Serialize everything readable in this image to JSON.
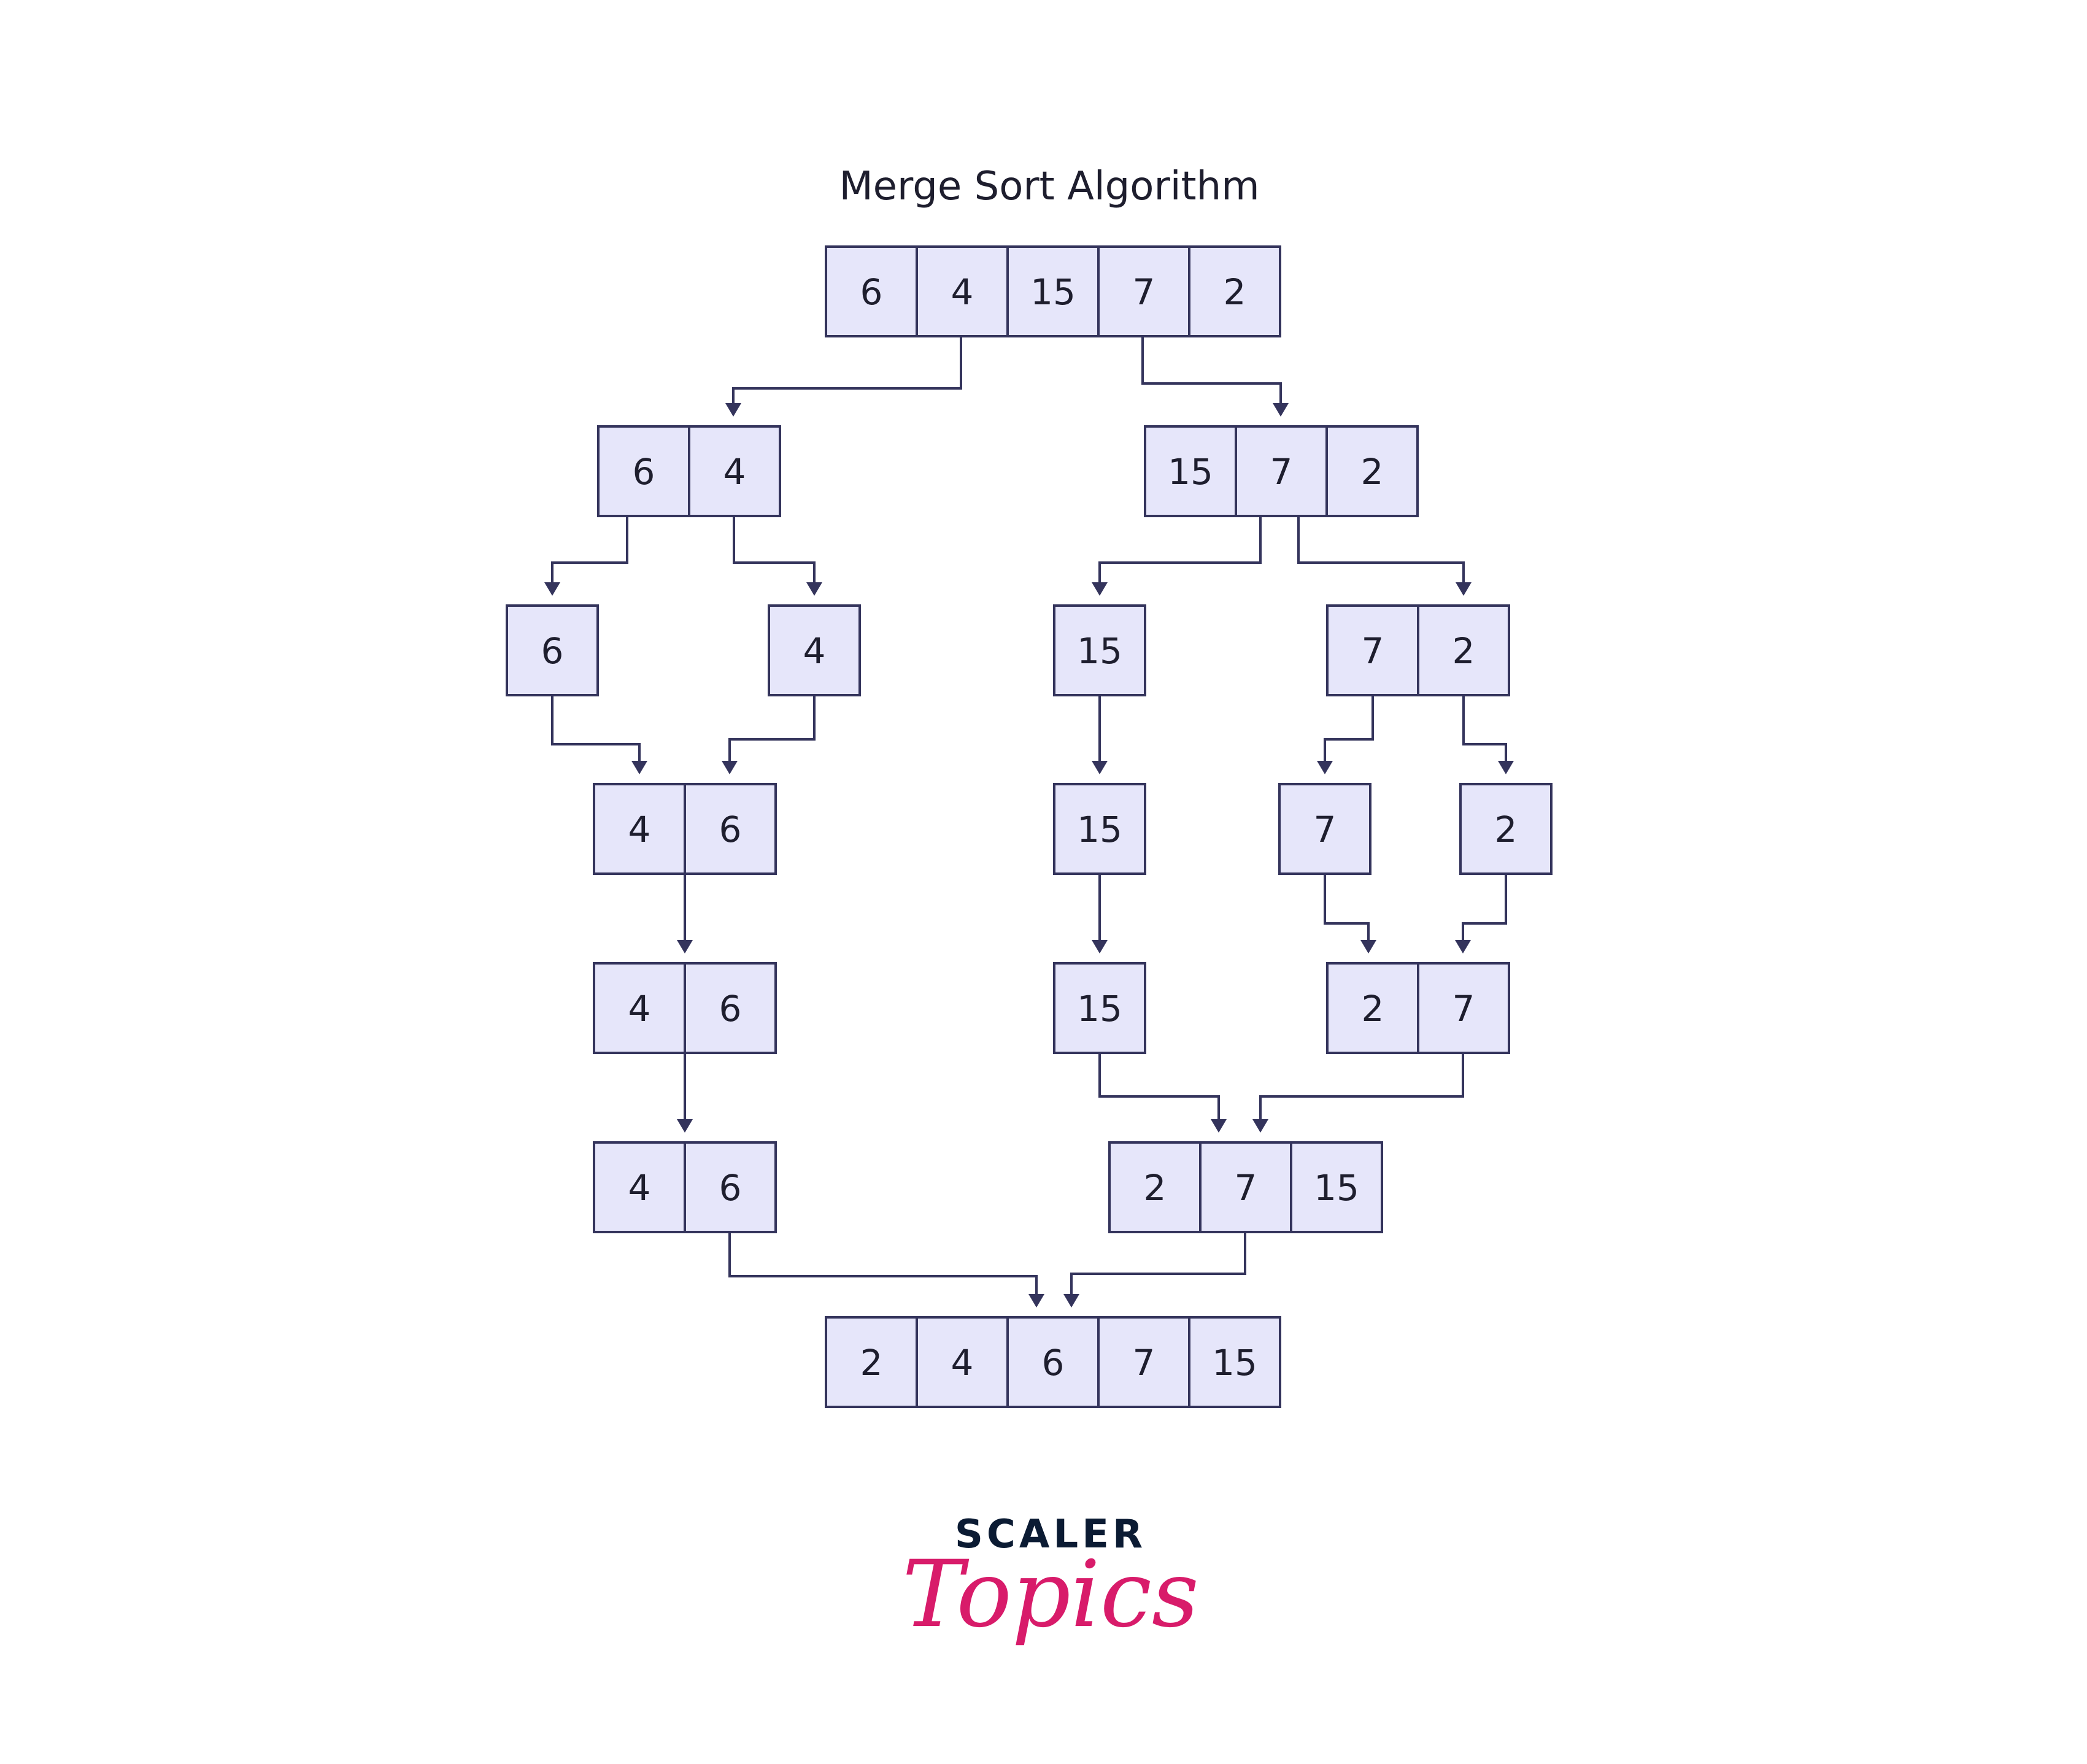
{
  "title": "Merge Sort Algorithm",
  "colors": {
    "cell_fill": "#e6e6fa",
    "stroke": "#34345c",
    "text": "#1e1e2e",
    "logo_dark": "#0b1b33",
    "logo_pink": "#d81b6a"
  },
  "arrays": [
    {
      "id": "input",
      "values": [
        "6",
        "4",
        "15",
        "7",
        "2"
      ]
    },
    {
      "id": "left-half",
      "values": [
        "6",
        "4"
      ]
    },
    {
      "id": "right-half",
      "values": [
        "15",
        "7",
        "2"
      ]
    },
    {
      "id": "split-6",
      "values": [
        "6"
      ]
    },
    {
      "id": "split-4",
      "values": [
        "4"
      ]
    },
    {
      "id": "split-15",
      "values": [
        "15"
      ]
    },
    {
      "id": "split-7-2",
      "values": [
        "7",
        "2"
      ]
    },
    {
      "id": "merged-4-6-a",
      "values": [
        "4",
        "6"
      ]
    },
    {
      "id": "carry-15-a",
      "values": [
        "15"
      ]
    },
    {
      "id": "split-7",
      "values": [
        "7"
      ]
    },
    {
      "id": "split-2",
      "values": [
        "2"
      ]
    },
    {
      "id": "merged-4-6-b",
      "values": [
        "4",
        "6"
      ]
    },
    {
      "id": "carry-15-b",
      "values": [
        "15"
      ]
    },
    {
      "id": "merged-2-7",
      "values": [
        "2",
        "7"
      ]
    },
    {
      "id": "merged-4-6-c",
      "values": [
        "4",
        "6"
      ]
    },
    {
      "id": "merged-2-7-15",
      "values": [
        "2",
        "7",
        "15"
      ]
    },
    {
      "id": "output",
      "values": [
        "2",
        "4",
        "6",
        "7",
        "15"
      ]
    }
  ],
  "logo": {
    "line1": "SCALER",
    "line2": "Topics"
  }
}
